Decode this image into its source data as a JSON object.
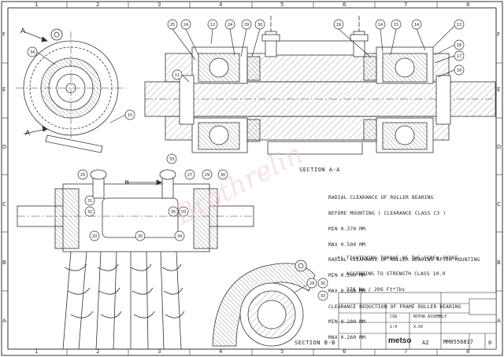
{
  "grid": {
    "columns": [
      "1",
      "2",
      "3",
      "4",
      "5",
      "6",
      "7",
      "8"
    ],
    "rows": [
      "F",
      "E",
      "D",
      "C",
      "B",
      "A"
    ]
  },
  "notes": {
    "lines": [
      "RADIAL CLEARANCE OF ROLLER BEARING",
      "BEFORE MOUNTING ( CLEARANCE CLASS C3 )",
      "MIN 0.370 MM",
      "MAX 0.500 MM",
      "RADIAL CLEARANCE OF ROLLER BEARING AFTER MOUNTING",
      "MIN 0.200 MM",
      "MAX 0.260 MM",
      "CLEARANCE REDUCTION OF FRAME ROLLER BEARING",
      "MIN 0.200 MM",
      "MAX 0.260 MM"
    ],
    "torque": [
      "*) TIGHTENING TORQUE OF THE SCREW JOINT",
      "   ACCORDING TO STRENGTH CLASS 10.9",
      "   278 Nm / 206 Ft*lbs"
    ]
  },
  "sections": {
    "aa": "SECTION A-A",
    "bb": "SECTION B-B",
    "a_marker": "A",
    "b_marker": "B"
  },
  "balloons": {
    "top": [
      "25",
      "24",
      "12",
      "24",
      "29",
      "30",
      "19",
      "14",
      "15",
      "14",
      "13",
      "18",
      "17",
      "16",
      "11"
    ],
    "left": [
      "34",
      "10"
    ],
    "mid": [
      "25",
      "31",
      "32",
      "33",
      "20",
      "35",
      "35",
      "27",
      "29",
      "30",
      "20",
      "34"
    ],
    "low": [
      "29",
      "30",
      "33"
    ]
  },
  "titleblock": {
    "drawing_number": "MM0556817",
    "size": "A2",
    "sheet": "0",
    "brand": "metso",
    "scale": "1:4",
    "description": "ROTOR ASSEMBLY",
    "mass": "X.XX",
    "material": "CS8"
  },
  "watermark": "Brothrelin",
  "colors": {
    "line": "#333333",
    "hatch": "#666666",
    "watermark": "#f6c9cf"
  }
}
